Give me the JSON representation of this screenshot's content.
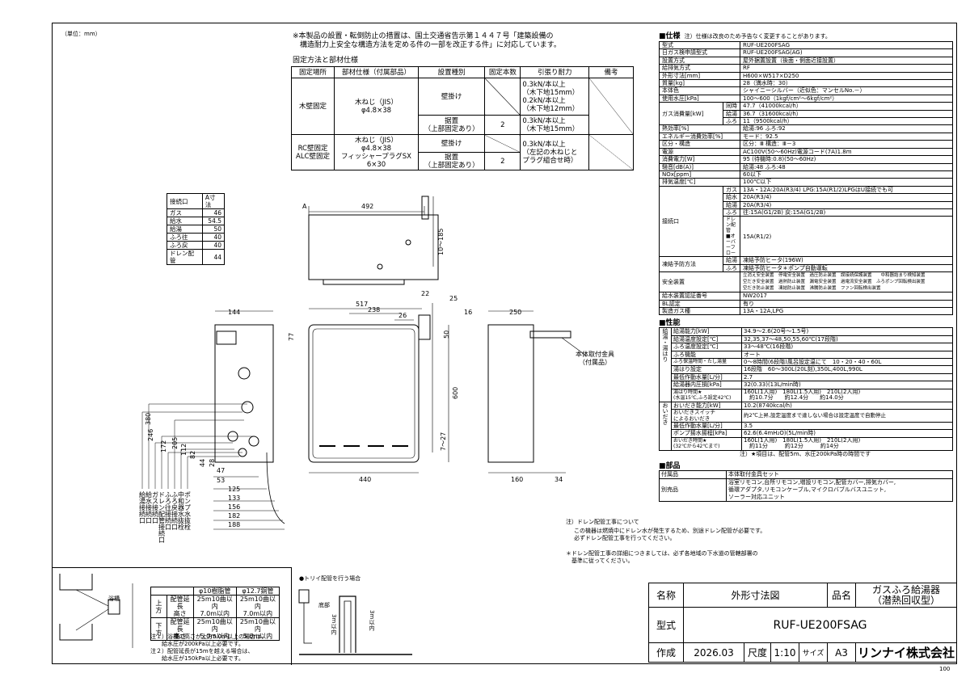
{
  "unit_label": "（単位：mm）",
  "page_number": "100",
  "fix_notice": "※本製品の設置・転倒防止の措置は、国土交通省告示第１４４７号「建築設備の\n　構造耐力上安全な構造方法を定める件の一部を改正する件」に対応しています。",
  "fix_table": {
    "caption": "固定方法と部材仕様",
    "headers": [
      "固定場所",
      "部材仕様（付属部品）",
      "設置種別",
      "固定本数",
      "引張り耐力",
      "備考"
    ],
    "wood_place": "木壁固定",
    "wood_material": "木ねじ（JIS）\nφ4.8×38",
    "wall_mount": "壁掛け",
    "wall_force": "0.3kN/本以上\n（木下地15mm）\n0.2kN/本以上\n（木下地12mm）",
    "floor_mount": "据置\n（上部固定あり）",
    "floor_count": "2",
    "floor_force": "0.3kN/本以上\n（木下地15mm）",
    "rc_place": "RC壁固定\nALC壁固定",
    "rc_material": "木ねじ（JIS）\nφ4.8×38\nフィッシャープラグSX\n6×30",
    "rc_wall_mount": "壁掛け",
    "rc_floor_mount": "据置\n（上部固定あり）",
    "rc_count": "2",
    "rc_force": "0.3kN/本以上\n（左記の木ねじと\nプラグ組合せ時）"
  },
  "conn_table": {
    "headers": [
      "接続口",
      "A寸法"
    ],
    "rows": [
      [
        "ガス",
        "46"
      ],
      [
        "給水",
        "54.5"
      ],
      [
        "給湯",
        "50"
      ],
      [
        "ふろ往",
        "40"
      ],
      [
        "ふろ戻",
        "40"
      ],
      [
        "ドレン配管",
        "44"
      ]
    ]
  },
  "drawing": {
    "dims": [
      "492",
      "A",
      "10～185",
      "517",
      "238",
      "26",
      "22",
      "25",
      "16",
      "250",
      "144",
      "77",
      "50",
      "600",
      "7～27",
      "440",
      "160",
      "34",
      "380",
      "246",
      "205",
      "172",
      "112",
      "82",
      "44",
      "28",
      "47",
      "53",
      "125",
      "133",
      "156",
      "182",
      "188"
    ],
    "vlabels": [
      "給湯接続口",
      "給水接続口",
      "ガス接続口",
      "ドレン配管接続口",
      "ふろ往接続口",
      "ふろ戻接続口",
      "中和器水抜栓",
      "ポンプ水抜栓"
    ],
    "bracket_label": "本体取付金具\n（付属品）"
  },
  "drain_note": {
    "title": "注）ドレン配管工事について",
    "lines": [
      "この機器は燃焼中にドレン水が発生するため、別途ドレン配管が必要です。",
      "必ずドレン配管工事を行ってください。",
      "＊ドレン配管工事の詳細につきましては、必ず各地域の下水道の管轄部署の",
      "　基準に従ってください。"
    ]
  },
  "pipe_table": {
    "tub": "浴槽",
    "up_label": "上方",
    "down_label": "下方",
    "headers": [
      "φ10樹脂管",
      "φ12.7銅管"
    ],
    "row_label": "配管延長\n高さ",
    "up_vals": [
      "25m10曲以内\n7.0m以内",
      "25m10曲以内\n7.0m以内"
    ],
    "down_vals": [
      "25m10曲以内\n5.0m以内",
      "25m10曲以内\n5.0m以内"
    ],
    "notes": [
      "注１）浴槽の高さが上方5.0m以上の場合は、",
      "　　給水圧が200kPa以上必要です。",
      "注２）配管延長が15mを越える場合は、",
      "　　給水圧が150kPa以上必要です。"
    ]
  },
  "trap_note": {
    "title": "●トリイ配管を行う場合",
    "bottom": "底部",
    "h1": "3m以内",
    "h2": "3m以内"
  },
  "spec": {
    "title": "■仕様",
    "title_note": "注）仕様は改良のため予告なく変更することがあります。",
    "rows": [
      [
        "型式",
        "RUF-UE200FSAG"
      ],
      [
        "日ガス検申請型式",
        "RUF-UE200FSAG(AG)"
      ],
      [
        "設置方式",
        "屋外据置設置（後面・側面近接設置）"
      ],
      [
        "給排気方式",
        "RF"
      ],
      [
        "外形寸法[mm]",
        "H600×W517×D250"
      ],
      [
        "質量[kg]",
        "28（満水時：30）"
      ],
      [
        "本体色",
        "シャイニーシルバー（近似色：マンセルNo.－）"
      ],
      [
        "使用水圧[kPa]",
        "100～600（1kgf/cm²～6kgf/cm²）"
      ]
    ],
    "gas_label": "ガス消費量[kW]",
    "gas_rows": [
      [
        "同時",
        "47.7（41000kcal/h）"
      ],
      [
        "給湯",
        "36.7（31600kcal/h）"
      ],
      [
        "ふろ",
        "11（9500kcal/h）"
      ]
    ],
    "rows2": [
      [
        "熱効率[%]",
        "給湯:96 ふろ:92"
      ],
      [
        "エネルギー消費効率[%]",
        "モード：92.5"
      ],
      [
        "区分・構造",
        "区分：Ⅲ 構造：Ⅲ－3"
      ],
      [
        "電源",
        "AC100V(50～60Hz)電源コード(7A)1.8m"
      ],
      [
        "消費電力[W]",
        "95 (待機時:0.8)(50～60Hz)"
      ],
      [
        "騒音[dB(A)]",
        "給湯:48 ふろ:48"
      ],
      [
        "NOx[ppm]",
        "60以下"
      ],
      [
        "排気温度[℃]",
        "100℃以下"
      ]
    ],
    "conn_label": "接続口",
    "conn_rows": [
      [
        "ガス",
        "13A・12A:20A(R3/4) LPG:15A(R1/2)LPGはU接続でも可"
      ],
      [
        "給水",
        "20A(R3/4)"
      ],
      [
        "給湯",
        "20A(R3/4)"
      ],
      [
        "ふろ",
        "往:15A(G1/2B) 戻:15A(G1/2B)"
      ],
      [
        "ドレン配管\n■オーバーフロー",
        "15A(R1/2)"
      ]
    ],
    "freeze_label": "凍結予防方法",
    "freeze_rows": [
      [
        "給湯",
        "凍結予防ヒータ(196W)"
      ],
      [
        "ふろ",
        "凍結予防ヒータ＊ポンプ自動運転"
      ]
    ],
    "safety_label": "安全装置",
    "safety_lines": [
      "立消え安全装置　停電安全装置　過圧防止装置　誤接続保護装置　　中和器詰まり検知装置",
      "空だき安全装置　過熱防止装置　漏電安全装置　過電流安全装置　ふろポンプ回転検出装置",
      "空だき防止装置　凍結防止装置　沸騰防止装置　ファン回転検出装置"
    ],
    "rows3": [
      [
        "給水装置認証番号",
        "NW2017"
      ],
      [
        "BL認定",
        "有り"
      ],
      [
        "製造ガス種",
        "13A・12A,LPG"
      ]
    ]
  },
  "perf": {
    "title": "■性能",
    "hot_label": "給湯・湯はり",
    "hot_rows": [
      [
        "給湯能力[kW]",
        "34.9～2.6(20号～1.5号)"
      ],
      [
        "給湯温度設定[℃]",
        "32,35,37～48,50,55,60℃(17段階)"
      ],
      [
        "ふろ温度設定[℃]",
        "33～48℃(16段階)"
      ],
      [
        "ふろ機能",
        "オート"
      ],
      [
        "ふろ保温時間・たし湯量",
        "0～8時間(6段階)風呂設定温にて　10・20・40・60L"
      ],
      [
        "湯はり設定",
        "16段階　60～300L(20L刻),350L,400L,990L"
      ],
      [
        "最低作動水量[L/分]",
        "2.7"
      ],
      [
        "給湯器内圧損[kPa]",
        "32(0.33)(13L/min時)"
      ],
      [
        "湯はり時間★\n(水温15℃,ふろ設定42℃)",
        "160L(1人用)　180L(1.5人用)　210L(2人用)\n　約10.7分　　約12.4分　　約14.0分"
      ]
    ],
    "reheat_label": "おいだき",
    "reheat_rows": [
      [
        "おいだき能力[kW]",
        "10.2(8740kcal/h)"
      ],
      [
        "おいだきスイッチ\nによるおいだき",
        "約2℃上昇,設定温度まで達しない場合は設定温度で自動停止"
      ],
      [
        "最低作動水量[L/分]",
        "3.5"
      ],
      [
        "ポンプ揚水揚程[kPa]",
        "62.6(6.4mH₂O)(5L/min時)"
      ],
      [
        "おいだき時間★\n(32℃から42℃まで)",
        "160L(1人用)　180L(1.5人用)　210L(2人用)\n　約11分　　　約12分　　　約14分"
      ]
    ],
    "note": "注）★項目は、配管5m、水圧200kPa時の時間です"
  },
  "parts": {
    "title": "■部品",
    "rows": [
      [
        "付属品",
        "本体取付金具セット"
      ],
      [
        "別売品",
        "浴室リモコン,台所リモコン,増設リモコン,配管カバー,排気カバー,\n循環アダプタ,リモコンケーブル,マイクロバブルバスユニット,\nソーラー対応ユニット"
      ]
    ]
  },
  "title_block": {
    "name_label": "名称",
    "name_value": "外形寸法図",
    "product_label": "品名",
    "product_value": "ガスふろ給湯器\n（潜熱回収型）",
    "model_label": "型式",
    "model_value": "RUF-UE200FSAG",
    "made_label": "作成",
    "made_value": "2026.03",
    "scale_label": "尺度",
    "scale_value": "1:10",
    "size_label": "サイズ",
    "size_value": "A3",
    "company": "リンナイ株式会社"
  }
}
